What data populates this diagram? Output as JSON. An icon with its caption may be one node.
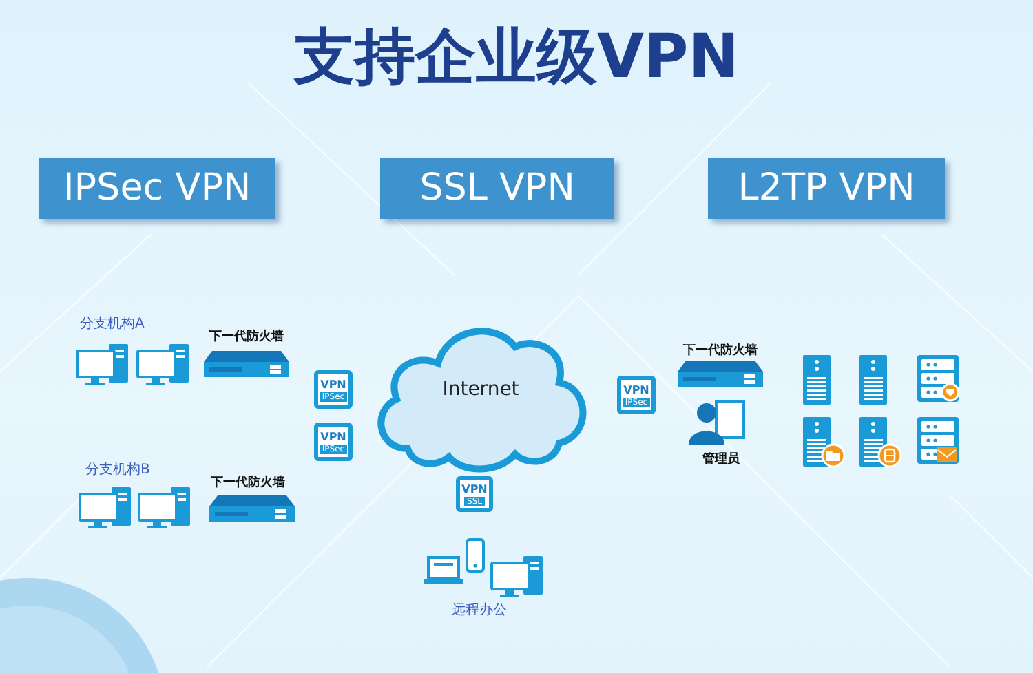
{
  "diagram": {
    "title": "支持企业级VPN",
    "nodes": [
      {
        "text": [
          "IPSec VPN"
        ]
      },
      {
        "text": [
          "SSL VPN"
        ]
      },
      {
        "text": [
          "L2TP VPN"
        ]
      },
      {
        "text": [
          "Internet"
        ]
      },
      {
        "text": [
          "VPN",
          "IPSec"
        ]
      },
      {
        "text": [
          "VPN",
          "IPSec"
        ]
      },
      {
        "text": [
          "VPN",
          "SSL"
        ]
      },
      {
        "text": [
          "VPN",
          "IPSec"
        ]
      }
    ],
    "labels": [
      "分支机构A",
      "下一代防火墙",
      "下一代防火墙",
      "管理员",
      "分支机构B",
      "下一代防火墙",
      "远程办公"
    ]
  }
}
